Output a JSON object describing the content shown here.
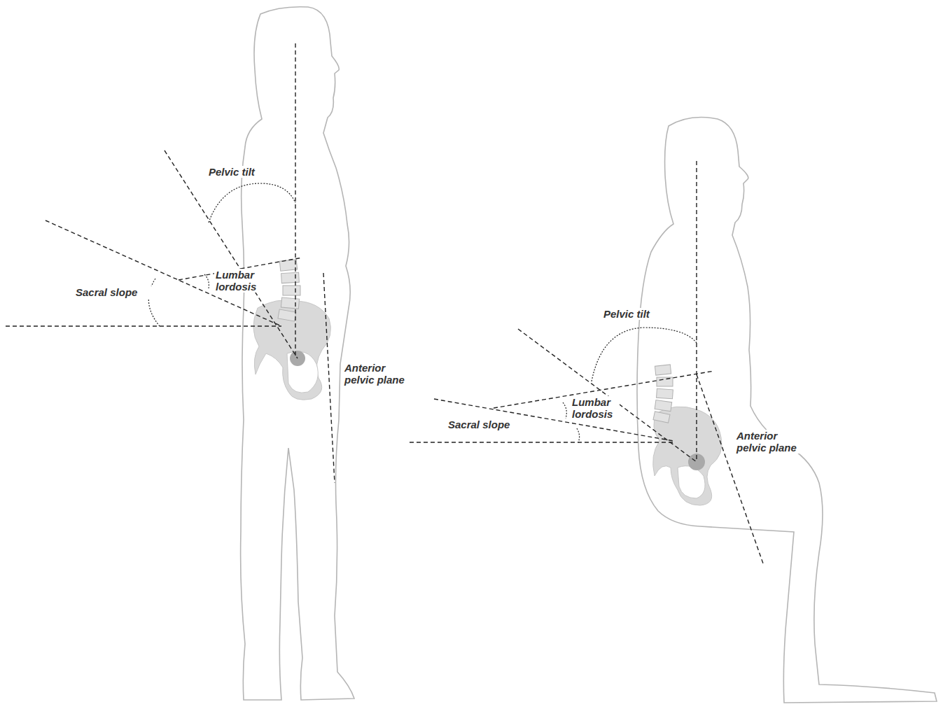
{
  "diagram": {
    "labels": [
      "Pelvic tilt",
      "Lumbar lordosis",
      "Sacral slope",
      "Anterior pelvic plane",
      "Pelvic tilt",
      "Lumbar lordosis",
      "Sacral slope",
      "Anterior pelvic plane"
    ]
  }
}
